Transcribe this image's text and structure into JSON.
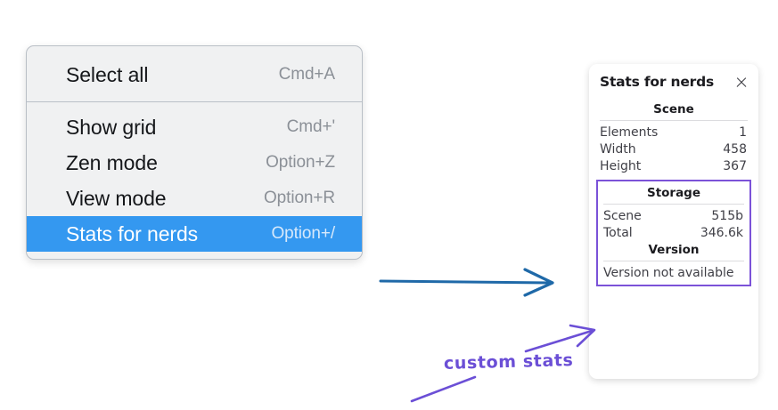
{
  "canvas": {
    "background": "#ffffff"
  },
  "context_menu": {
    "name": "context-menu",
    "groups": [
      {
        "items": [
          {
            "label": "Select all",
            "accel": "Cmd+A",
            "selected": false
          }
        ]
      },
      {
        "items": [
          {
            "label": "Show grid",
            "accel": "Cmd+'",
            "selected": false
          },
          {
            "label": "Zen mode",
            "accel": "Option+Z",
            "selected": false
          },
          {
            "label": "View mode",
            "accel": "Option+R",
            "selected": false
          },
          {
            "label": "Stats for nerds",
            "accel": "Option+/",
            "selected": true
          }
        ]
      }
    ],
    "highlight_color": "#3498f0",
    "background_color": "#f0f1f2"
  },
  "stats_panel": {
    "title": "Stats for nerds",
    "close_icon": "close-icon",
    "scene": {
      "heading": "Scene",
      "rows": [
        {
          "label": "Elements",
          "value": "1"
        },
        {
          "label": "Width",
          "value": "458"
        },
        {
          "label": "Height",
          "value": "367"
        }
      ]
    },
    "storage": {
      "heading": "Storage",
      "rows": [
        {
          "label": "Scene",
          "value": "515b"
        },
        {
          "label": "Total",
          "value": "346.6k"
        }
      ]
    },
    "version": {
      "heading": "Version",
      "text": "Version not available"
    },
    "highlight_border_color": "#7b52d8"
  },
  "annotations": {
    "custom_stats_label": "custom stats",
    "annotation_color": "#6b4fd6",
    "arrow_color": "#1f69a8"
  }
}
